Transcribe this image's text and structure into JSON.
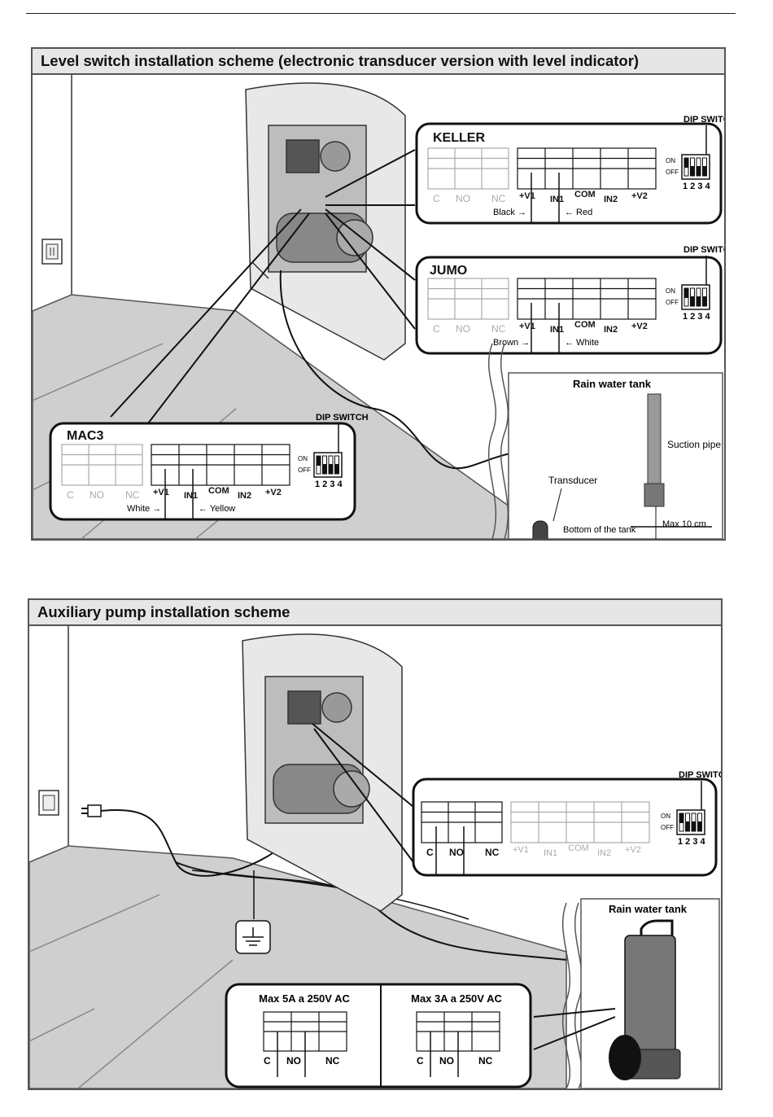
{
  "panel1": {
    "title": "Level switch installation scheme (electronic transducer version with level indicator)",
    "dip_switch_label": "DIP SWITCH",
    "on_label": "ON",
    "off_label": "OFF",
    "dip_numbers": "1 2 3 4",
    "relay_terminals": [
      "C",
      "NO",
      "NC"
    ],
    "sensor_terminals": [
      "+V1",
      "IN1",
      "COM",
      "IN2",
      "+V2"
    ],
    "keller": {
      "name": "KELLER",
      "wire_left": "Black",
      "wire_right": "Red"
    },
    "jumo": {
      "name": "JUMO",
      "wire_left": "Brown",
      "wire_right": "White"
    },
    "mac3": {
      "name": "MAC3",
      "wire_left": "White",
      "wire_right": "Yellow"
    },
    "tank_title": "Rain water tank",
    "suction_pipe": "Suction pipe",
    "transducer": "Transducer",
    "bottom_of_tank": "Bottom of the tank",
    "max_10cm": "Max 10 cm"
  },
  "panel2": {
    "title": "Auxiliary pump installation scheme",
    "dip_switch_label": "DIP SWITCH",
    "on_label": "ON",
    "off_label": "OFF",
    "dip_numbers": "1 2 3 4",
    "relay_terminals": [
      "C",
      "NO",
      "NC"
    ],
    "sensor_terminals": [
      "+V1",
      "IN1",
      "COM",
      "IN2",
      "+V2"
    ],
    "tank_title": "Rain water tank",
    "max_5a": "Max 5A a 250V AC",
    "max_3a": "Max 3A a 250V AC"
  }
}
